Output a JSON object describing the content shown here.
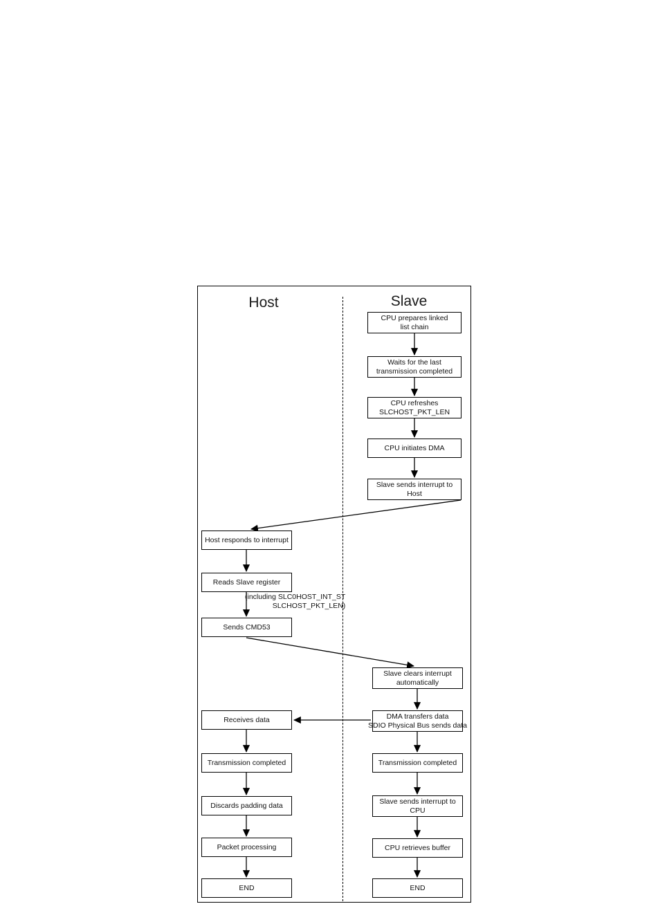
{
  "diagram": {
    "title_host": "Host",
    "title_slave": "Slave",
    "host_nodes": [
      {
        "id": "host-responds-to-interrupt",
        "label": "Host responds to interrupt"
      },
      {
        "id": "reads-slave-register",
        "label": "Reads Slave register"
      },
      {
        "id": "sends-cmd53",
        "label": "Sends CMD53"
      },
      {
        "id": "receives-data",
        "label": "Receives data"
      },
      {
        "id": "host-transmission-completed",
        "label": "Transmission completed"
      },
      {
        "id": "discards-padding-data",
        "label": "Discards padding data"
      },
      {
        "id": "packet-processing",
        "label": "Packet processing"
      },
      {
        "id": "host-end",
        "label": "END"
      }
    ],
    "slave_nodes": [
      {
        "id": "cpu-prepares-linked-list-chain",
        "line1": "CPU prepares linked",
        "line2": "list chain"
      },
      {
        "id": "waits-for-last-transmission",
        "line1": "Waits for the last",
        "line2": "transmission completed"
      },
      {
        "id": "cpu-refreshes-slchost-pkt-len",
        "line1": "CPU refreshes",
        "line2": "SLCHOST_PKT_LEN"
      },
      {
        "id": "cpu-initiates-dma",
        "line1": "CPU initiates DMA",
        "line2": ""
      },
      {
        "id": "slave-sends-interrupt-to-host",
        "line1": "Slave sends interrupt to",
        "line2": "Host"
      },
      {
        "id": "slave-clears-interrupt",
        "line1": "Slave clears interrupt",
        "line2": "automatically"
      },
      {
        "id": "dma-transfers-data",
        "line1": "DMA transfers data",
        "line2": "SDIO Physical Bus sends data"
      },
      {
        "id": "slave-transmission-completed",
        "line1": "Transmission completed",
        "line2": ""
      },
      {
        "id": "slave-sends-interrupt-to-cpu",
        "line1": "Slave sends interrupt to",
        "line2": "CPU"
      },
      {
        "id": "cpu-retrieves-buffer",
        "line1": "CPU retrieves buffer",
        "line2": ""
      },
      {
        "id": "slave-end",
        "line1": "END",
        "line2": ""
      }
    ],
    "edge_labels": [
      {
        "id": "register-contents-note",
        "line1": "(including SLC0HOST_INT_ST",
        "line2": "SLCHOST_PKT_LEN)"
      }
    ],
    "colors": {
      "stroke": "#000000",
      "fill": "#ffffff",
      "text": "#111111"
    }
  }
}
